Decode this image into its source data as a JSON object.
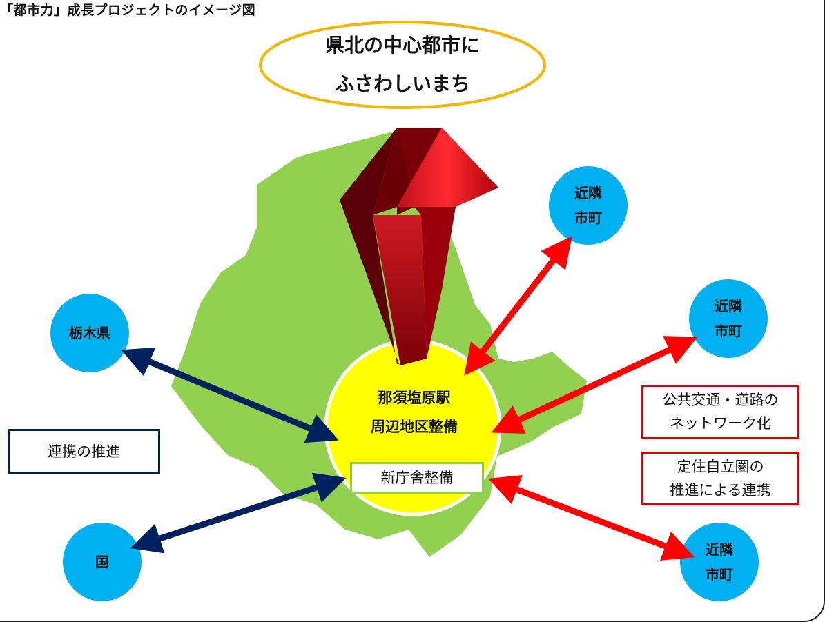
{
  "title": "「都市力」成長プロジェクトのイメージ図",
  "goal": {
    "line1": "県北の中心都市に",
    "line2": "ふさわしいまち"
  },
  "center": {
    "line1": "那須塩原駅",
    "line2": "周辺地区整備"
  },
  "new_office": "新庁舎整備",
  "nodes": {
    "tochigi": "栃木県",
    "kuni": "国",
    "neighbor_top": {
      "line1": "近隣",
      "line2": "市町"
    },
    "neighbor_mid": {
      "line1": "近隣",
      "line2": "市町"
    },
    "neighbor_bottom": {
      "line1": "近隣",
      "line2": "市町"
    }
  },
  "legend": {
    "cooperation": "連携の推進",
    "network": {
      "line1": "公共交通・道路の",
      "line2": "ネットワーク化"
    },
    "settlement": {
      "line1": "定住自立圏の",
      "line2": "推進による連携"
    }
  },
  "colors": {
    "map_green": "#92d050",
    "node_blue": "#00b0f0",
    "center_yellow": "#ffff00",
    "goal_border": "#f7b500",
    "navy_arrow": "#002060",
    "red_arrow": "#ff0000",
    "box_navy": "#002060",
    "box_red": "#e00000",
    "box_green": "#92d050"
  }
}
